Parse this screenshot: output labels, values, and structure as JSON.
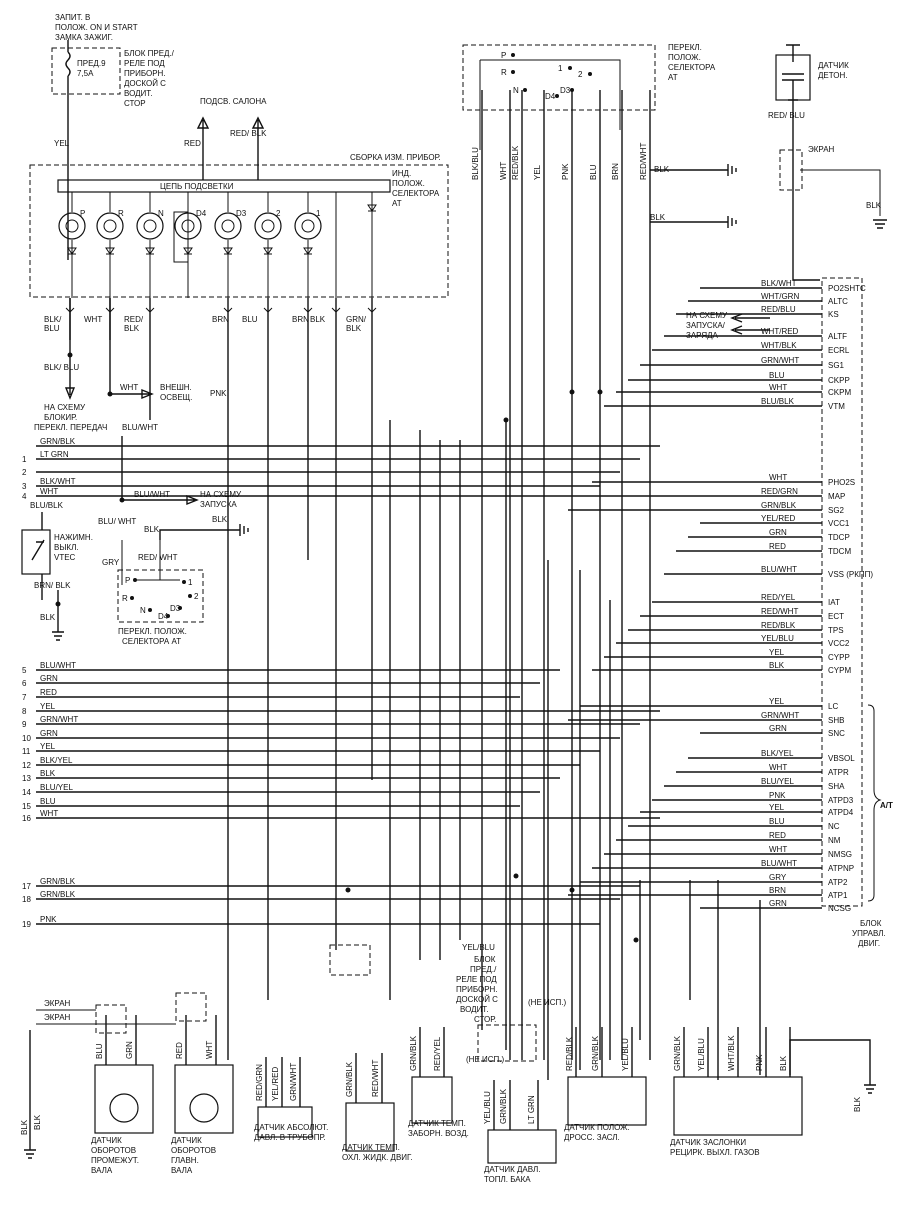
{
  "labels": {
    "ignition": [
      "ЗАПИТ. В",
      "ПОЛОЖ. ON И START",
      "ЗАМКА ЗАЖИГ."
    ],
    "fuse": [
      "ПРЕД.9",
      "7,5A"
    ],
    "fuse_box": [
      "БЛОК ПРЕД./",
      "РЕЛЕ ПОД",
      "ПРИБОРН.",
      "ДОСКОЙ С",
      "ВОДИТ.",
      "СТОР"
    ],
    "cabin_light": "ПОДСВ. САЛОНА",
    "cluster": "СБОРКА ИЗМ. ПРИБОР.",
    "light_circuit": "ЦЕПЬ ПОДСВЕТКИ",
    "selector_ind": [
      "ИНД.",
      "ПОЛОЖ.",
      "СЕЛЕКТОРА",
      "AT"
    ],
    "lamps": [
      "P",
      "R",
      "N",
      "D4",
      "D3",
      "2",
      "1"
    ],
    "selector_switch_top": [
      "ПЕРЕКЛ.",
      "ПОЛОЖ.",
      "СЕЛЕКТОРА",
      "AT"
    ],
    "knock": [
      "ДАТЧИК",
      "ДЕТОН."
    ],
    "screen": "ЭКРАН",
    "to_start_charge": [
      "НА СХЕМУ",
      "ЗАПУСКА/",
      "ЗАРЯДА"
    ],
    "to_lock": [
      "НА СХЕМУ",
      "БЛОКИР.",
      "ПЕРЕКЛ. ПЕРЕДАЧ"
    ],
    "ext_light": [
      "ВНЕШН.",
      "ОСВЕЩ."
    ],
    "to_start": [
      "НА СХЕМУ",
      "ЗАПУСКА"
    ],
    "vtec": [
      "НАЖИМН.",
      "ВЫКЛ.",
      "VTEC"
    ],
    "selector_switch_mid": [
      "ПЕРЕКЛ. ПОЛОЖ.",
      "СЕЛЕКТОРА AT"
    ],
    "ecu": [
      "БЛОК",
      "УПРАВЛ.",
      "ДВИГ."
    ],
    "at_group": "A/T",
    "fuse_box_bottom": [
      "БЛОК",
      "ПРЕД./",
      "РЕЛЕ ПОД",
      "ПРИБОРН.",
      "ДОСКОЙ С",
      "ВОДИТ.",
      "СТОР."
    ],
    "not_used": "(НЕ ИСП.)",
    "sensor_countershaft": [
      "ДАТЧИК",
      "ОБОРОТОВ",
      "ПРОМЕЖУТ.",
      "ВАЛА"
    ],
    "sensor_mainshaft": [
      "ДАТЧИК",
      "ОБОРОТОВ",
      "ГЛАВН.",
      "ВАЛА"
    ],
    "sensor_map": [
      "ДАТЧИК АБСОЛЮТ.",
      "ДАВЛ. В ТРУБОПР."
    ],
    "sensor_ect": [
      "ДАТЧИК ТЕМП.",
      "ОХЛ. ЖИДК. ДВИГ."
    ],
    "sensor_iat": [
      "ДАТЧИК ТЕМП.",
      "ЗАБОРН. ВОЗД."
    ],
    "sensor_fuel": [
      "ДАТЧИК ДАВЛ.",
      "ТОПЛ. БАКА"
    ],
    "sensor_tps": [
      "ДАТЧИК ПОЛОЖ.",
      "ДРОСС. ЗАСЛ."
    ],
    "sensor_egr": [
      "ДАТЧИК ЗАСЛОНКИ",
      "РЕЦИРК. ВЫХЛ. ГАЗОВ"
    ],
    "pnk": "PNK",
    "blk": "BLK",
    "yel": "YEL",
    "red": "RED",
    "wht": "WHT",
    "gry": "GRY"
  },
  "ecu_pins": [
    {
      "wire": "BLK/WHT",
      "pin": "PO2SHTC"
    },
    {
      "wire": "WHT/GRN",
      "pin": "ALTC"
    },
    {
      "wire": "RED/BLU",
      "pin": "KS"
    },
    {
      "wire": "WHT/RED",
      "pin": "ALTF"
    },
    {
      "wire": "WHT/BLK",
      "pin": "ECRL"
    },
    {
      "wire": "GRN/WHT",
      "pin": "SG1"
    },
    {
      "wire": "BLU",
      "pin": "CKPP"
    },
    {
      "wire": "WHT",
      "pin": "CKPM"
    },
    {
      "wire": "BLU/BLK",
      "pin": "VTM"
    },
    {
      "wire": "WHT",
      "pin": "PHO2S"
    },
    {
      "wire": "RED/GRN",
      "pin": "MAP"
    },
    {
      "wire": "GRN/BLK",
      "pin": "SG2"
    },
    {
      "wire": "YEL/RED",
      "pin": "VCC1"
    },
    {
      "wire": "GRN",
      "pin": "TDCP"
    },
    {
      "wire": "RED",
      "pin": "TDCM"
    },
    {
      "wire": "BLU/WHT",
      "pin": "VSS (РКПП)"
    },
    {
      "wire": "RED/YEL",
      "pin": "IAT"
    },
    {
      "wire": "RED/WHT",
      "pin": "ECT"
    },
    {
      "wire": "RED/BLK",
      "pin": "TPS"
    },
    {
      "wire": "YEL/BLU",
      "pin": "VCC2"
    },
    {
      "wire": "YEL",
      "pin": "CYPP"
    },
    {
      "wire": "BLK",
      "pin": "CYPM"
    },
    {
      "wire": "YEL",
      "pin": "LC"
    },
    {
      "wire": "GRN/WHT",
      "pin": "SHB"
    },
    {
      "wire": "GRN",
      "pin": "SNC"
    },
    {
      "wire": "BLK/YEL",
      "pin": "VBSOL"
    },
    {
      "wire": "WHT",
      "pin": "ATPR"
    },
    {
      "wire": "BLU/YEL",
      "pin": "SHA"
    },
    {
      "wire": "PNK",
      "pin": "ATPD3"
    },
    {
      "wire": "YEL",
      "pin": "ATPD4"
    },
    {
      "wire": "BLU",
      "pin": "NC"
    },
    {
      "wire": "RED",
      "pin": "NM"
    },
    {
      "wire": "WHT",
      "pin": "NMSG"
    },
    {
      "wire": "BLU/WHT",
      "pin": "ATPNP"
    },
    {
      "wire": "GRY",
      "pin": "ATP2"
    },
    {
      "wire": "BRN",
      "pin": "ATP1"
    },
    {
      "wire": "GRN",
      "pin": "NCSG"
    }
  ],
  "left_lines": [
    {
      "n": "",
      "wire": "GRN/BLK"
    },
    {
      "n": "1",
      "wire": "LT GRN"
    },
    {
      "n": "2",
      "wire": ""
    },
    {
      "n": "3",
      "wire": "BLK/WHT"
    },
    {
      "n": "4",
      "wire": "WHT"
    },
    {
      "n": "5",
      "wire": "BLU/WHT"
    },
    {
      "n": "6",
      "wire": "GRN"
    },
    {
      "n": "7",
      "wire": "RED"
    },
    {
      "n": "8",
      "wire": "YEL"
    },
    {
      "n": "9",
      "wire": "GRN/WHT"
    },
    {
      "n": "10",
      "wire": "GRN"
    },
    {
      "n": "11",
      "wire": "YEL"
    },
    {
      "n": "12",
      "wire": "BLK/YEL"
    },
    {
      "n": "13",
      "wire": "BLK"
    },
    {
      "n": "14",
      "wire": "BLU/YEL"
    },
    {
      "n": "15",
      "wire": "BLU"
    },
    {
      "n": "16",
      "wire": "WHT"
    },
    {
      "n": "17",
      "wire": "GRN/BLK"
    },
    {
      "n": "18",
      "wire": "GRN/BLK"
    },
    {
      "n": "19",
      "wire": "PNK"
    }
  ],
  "cluster_bottom_wires": [
    {
      "wire": "BLK/\nBLU"
    },
    {
      "wire": "WHT"
    },
    {
      "wire": "RED/\nBLK"
    },
    {
      "wire": "BRN"
    },
    {
      "wire": "BLU"
    },
    {
      "wire": "BRN"
    },
    {
      "wire": "BLK"
    },
    {
      "wire": "GRN/\nBLK"
    }
  ],
  "selector_wires": [
    "BLK/BLU",
    "WHT",
    "RED/BLK",
    "YEL",
    "PNK",
    "BLU",
    "BRN",
    "RED/WHT"
  ],
  "selector_contacts_top": [
    "P",
    "R",
    "N",
    "D4",
    "D3",
    "1",
    "2"
  ],
  "selector_contacts_mid": [
    "P",
    "R",
    "N",
    "D4",
    "D3",
    "1",
    "2"
  ],
  "misc_wires": {
    "yel": "YEL",
    "red": "RED",
    "red_blk": "RED/\nBLK",
    "red_blu": "RED/\nBLU",
    "blk": "BLK",
    "blu_wht": "BLU/WHT",
    "blu_blk": "BLU/BLK",
    "wht": "WHT",
    "blk_blu": "BLK/\nBLU",
    "brn_blk": "BRN/\nBLK",
    "blu_wht2": "BLU/\nWHT",
    "red_wht": "RED/\nWHT",
    "grn_blk": "GRN/BLK",
    "yel_blu": "YEL/BLU"
  },
  "sensor_wires": {
    "countershaft": [
      "BLU",
      "GRN"
    ],
    "mainshaft": [
      "RED",
      "WHT"
    ],
    "map": [
      "RED/GRN",
      "YEL/RED",
      "GRN/WHT"
    ],
    "ect": [
      "GRN/BLK",
      "RED/WHT"
    ],
    "iat": [
      "GRN/BLK",
      "RED/YEL"
    ],
    "fuel": [
      "YEL/BLU",
      "GRN/BLK",
      "LT GRN"
    ],
    "tps": [
      "RED/BLK",
      "GRN/BLK",
      "YEL/BLU"
    ],
    "egr": [
      "GRN/BLK",
      "YEL/BLU",
      "WHT/BLK",
      "PNK",
      "BLK"
    ]
  }
}
